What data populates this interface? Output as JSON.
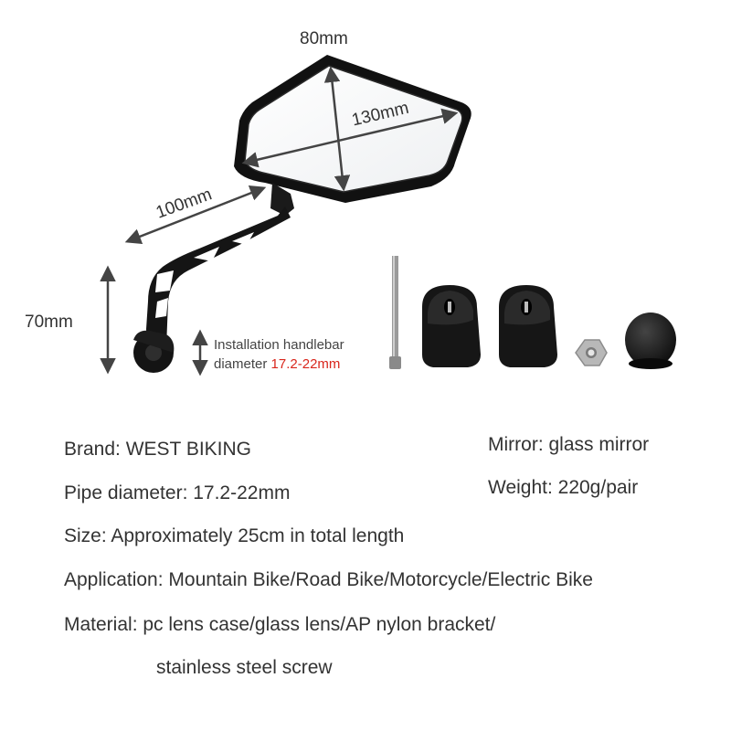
{
  "dimensions": {
    "width": "80mm",
    "diagonal": "130mm",
    "arm": "100mm",
    "height": "70mm"
  },
  "installation": {
    "line1": "Installation handlebar",
    "line2_prefix": "diameter ",
    "line2_value": "17.2-22mm",
    "highlight_color": "#d9261c"
  },
  "specs": {
    "brand": "Brand: WEST BIKING",
    "mirror": "Mirror: glass mirror",
    "pipe": "Pipe diameter: 17.2-22mm",
    "weight": "Weight: 220g/pair",
    "size": "Size: Approximately 25cm in total length",
    "application": "Application: Mountain Bike/Road Bike/Motorcycle/Electric Bike",
    "material_line1": "Material: pc lens case/glass lens/AP nylon bracket/",
    "material_line2": "stainless steel screw"
  }
}
